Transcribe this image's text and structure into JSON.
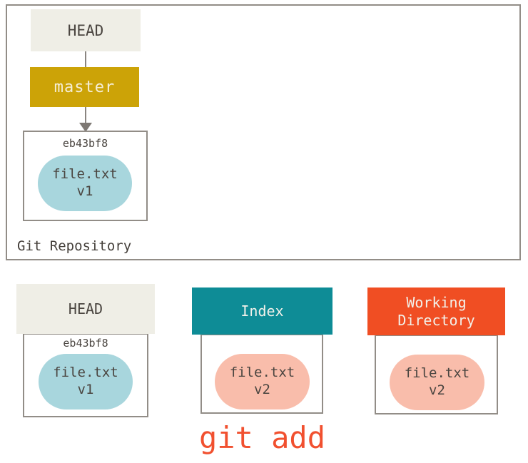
{
  "repository": {
    "label": "Git Repository",
    "head_ref": "HEAD",
    "branch": "master",
    "commit": {
      "id": "eb43bf8",
      "blob": {
        "file": "file.txt",
        "version": "v1"
      }
    }
  },
  "columns": {
    "head": {
      "title": "HEAD",
      "commit_id": "eb43bf8",
      "blob": {
        "file": "file.txt",
        "version": "v1"
      }
    },
    "index": {
      "title": "Index",
      "blob": {
        "file": "file.txt",
        "version": "v2"
      }
    },
    "working": {
      "title": "Working Directory",
      "blob": {
        "file": "file.txt",
        "version": "v2"
      }
    }
  },
  "command": {
    "text": "git add"
  },
  "colors": {
    "beige_header": "#efeee6",
    "gold_branch": "#cca307",
    "teal_index": "#0e8c96",
    "orange_working": "#f04e23",
    "blue_blob": "#a8d6dd",
    "pink_blob": "#f9bdab",
    "command_red": "#f1502f",
    "border_gray": "#928d87",
    "text_dark": "#4a4540"
  }
}
